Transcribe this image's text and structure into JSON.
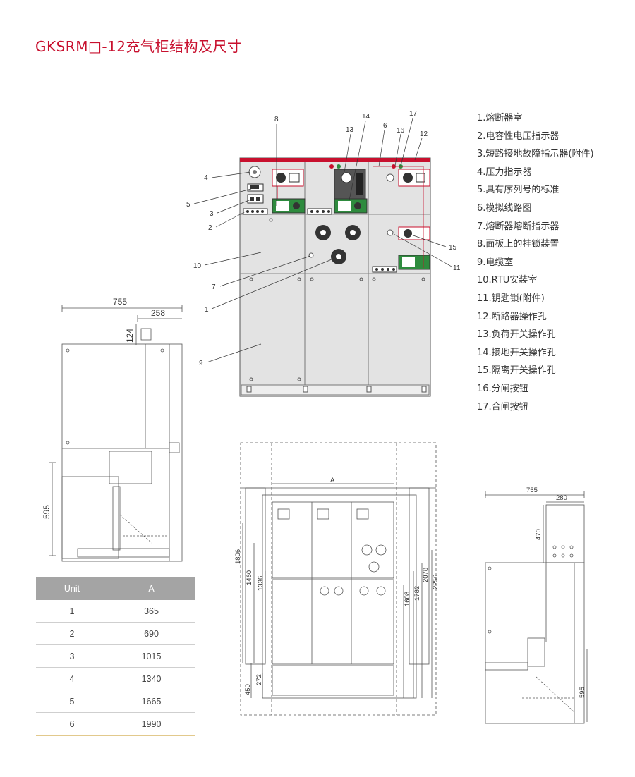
{
  "title": "GKSRM□-12充气柜结构及尺寸",
  "legend": [
    "1.熔断器室",
    "2.电容性电压指示器",
    "3.短路接地故障指示器(附件)",
    "4.压力指示器",
    "5.具有序列号的标准",
    "6.模拟线路图",
    "7.熔断器熔断指示器",
    "8.面板上的挂锁装置",
    "9.电缆室",
    "10.RTU安装室",
    "11.钥匙锁(附件)",
    "12.断路器操作孔",
    "13.负荷开关操作孔",
    "14.接地开关操作孔",
    "15.隔离开关操作孔",
    "16.分闸按钮",
    "17.合闸按钮"
  ],
  "callouts": [
    "1",
    "2",
    "3",
    "4",
    "5",
    "6",
    "7",
    "8",
    "9",
    "10",
    "11",
    "12",
    "13",
    "14",
    "15",
    "16",
    "17"
  ],
  "table": {
    "headers": [
      "Unit",
      "A"
    ],
    "rows": [
      [
        "1",
        "365"
      ],
      [
        "2",
        "690"
      ],
      [
        "3",
        "1015"
      ],
      [
        "4",
        "1340"
      ],
      [
        "5",
        "1665"
      ],
      [
        "6",
        "1990"
      ]
    ]
  },
  "dims_left": {
    "width": "755",
    "offset": "258",
    "top": "124",
    "height": "595"
  },
  "dims_mid": {
    "a": "A",
    "h1806": "1806",
    "h1460": "1460",
    "h1336": "1336",
    "h1608": "1608",
    "h1782": "1782",
    "h2078": "2078",
    "h2256": "2256",
    "h450": "450",
    "h272": "272"
  },
  "dims_right": {
    "width": "755",
    "offset": "280",
    "top": "470",
    "height": "595"
  },
  "colors": {
    "accent": "#c8102e",
    "panel": "#dcdcdc",
    "green": "#2e8b3e"
  }
}
